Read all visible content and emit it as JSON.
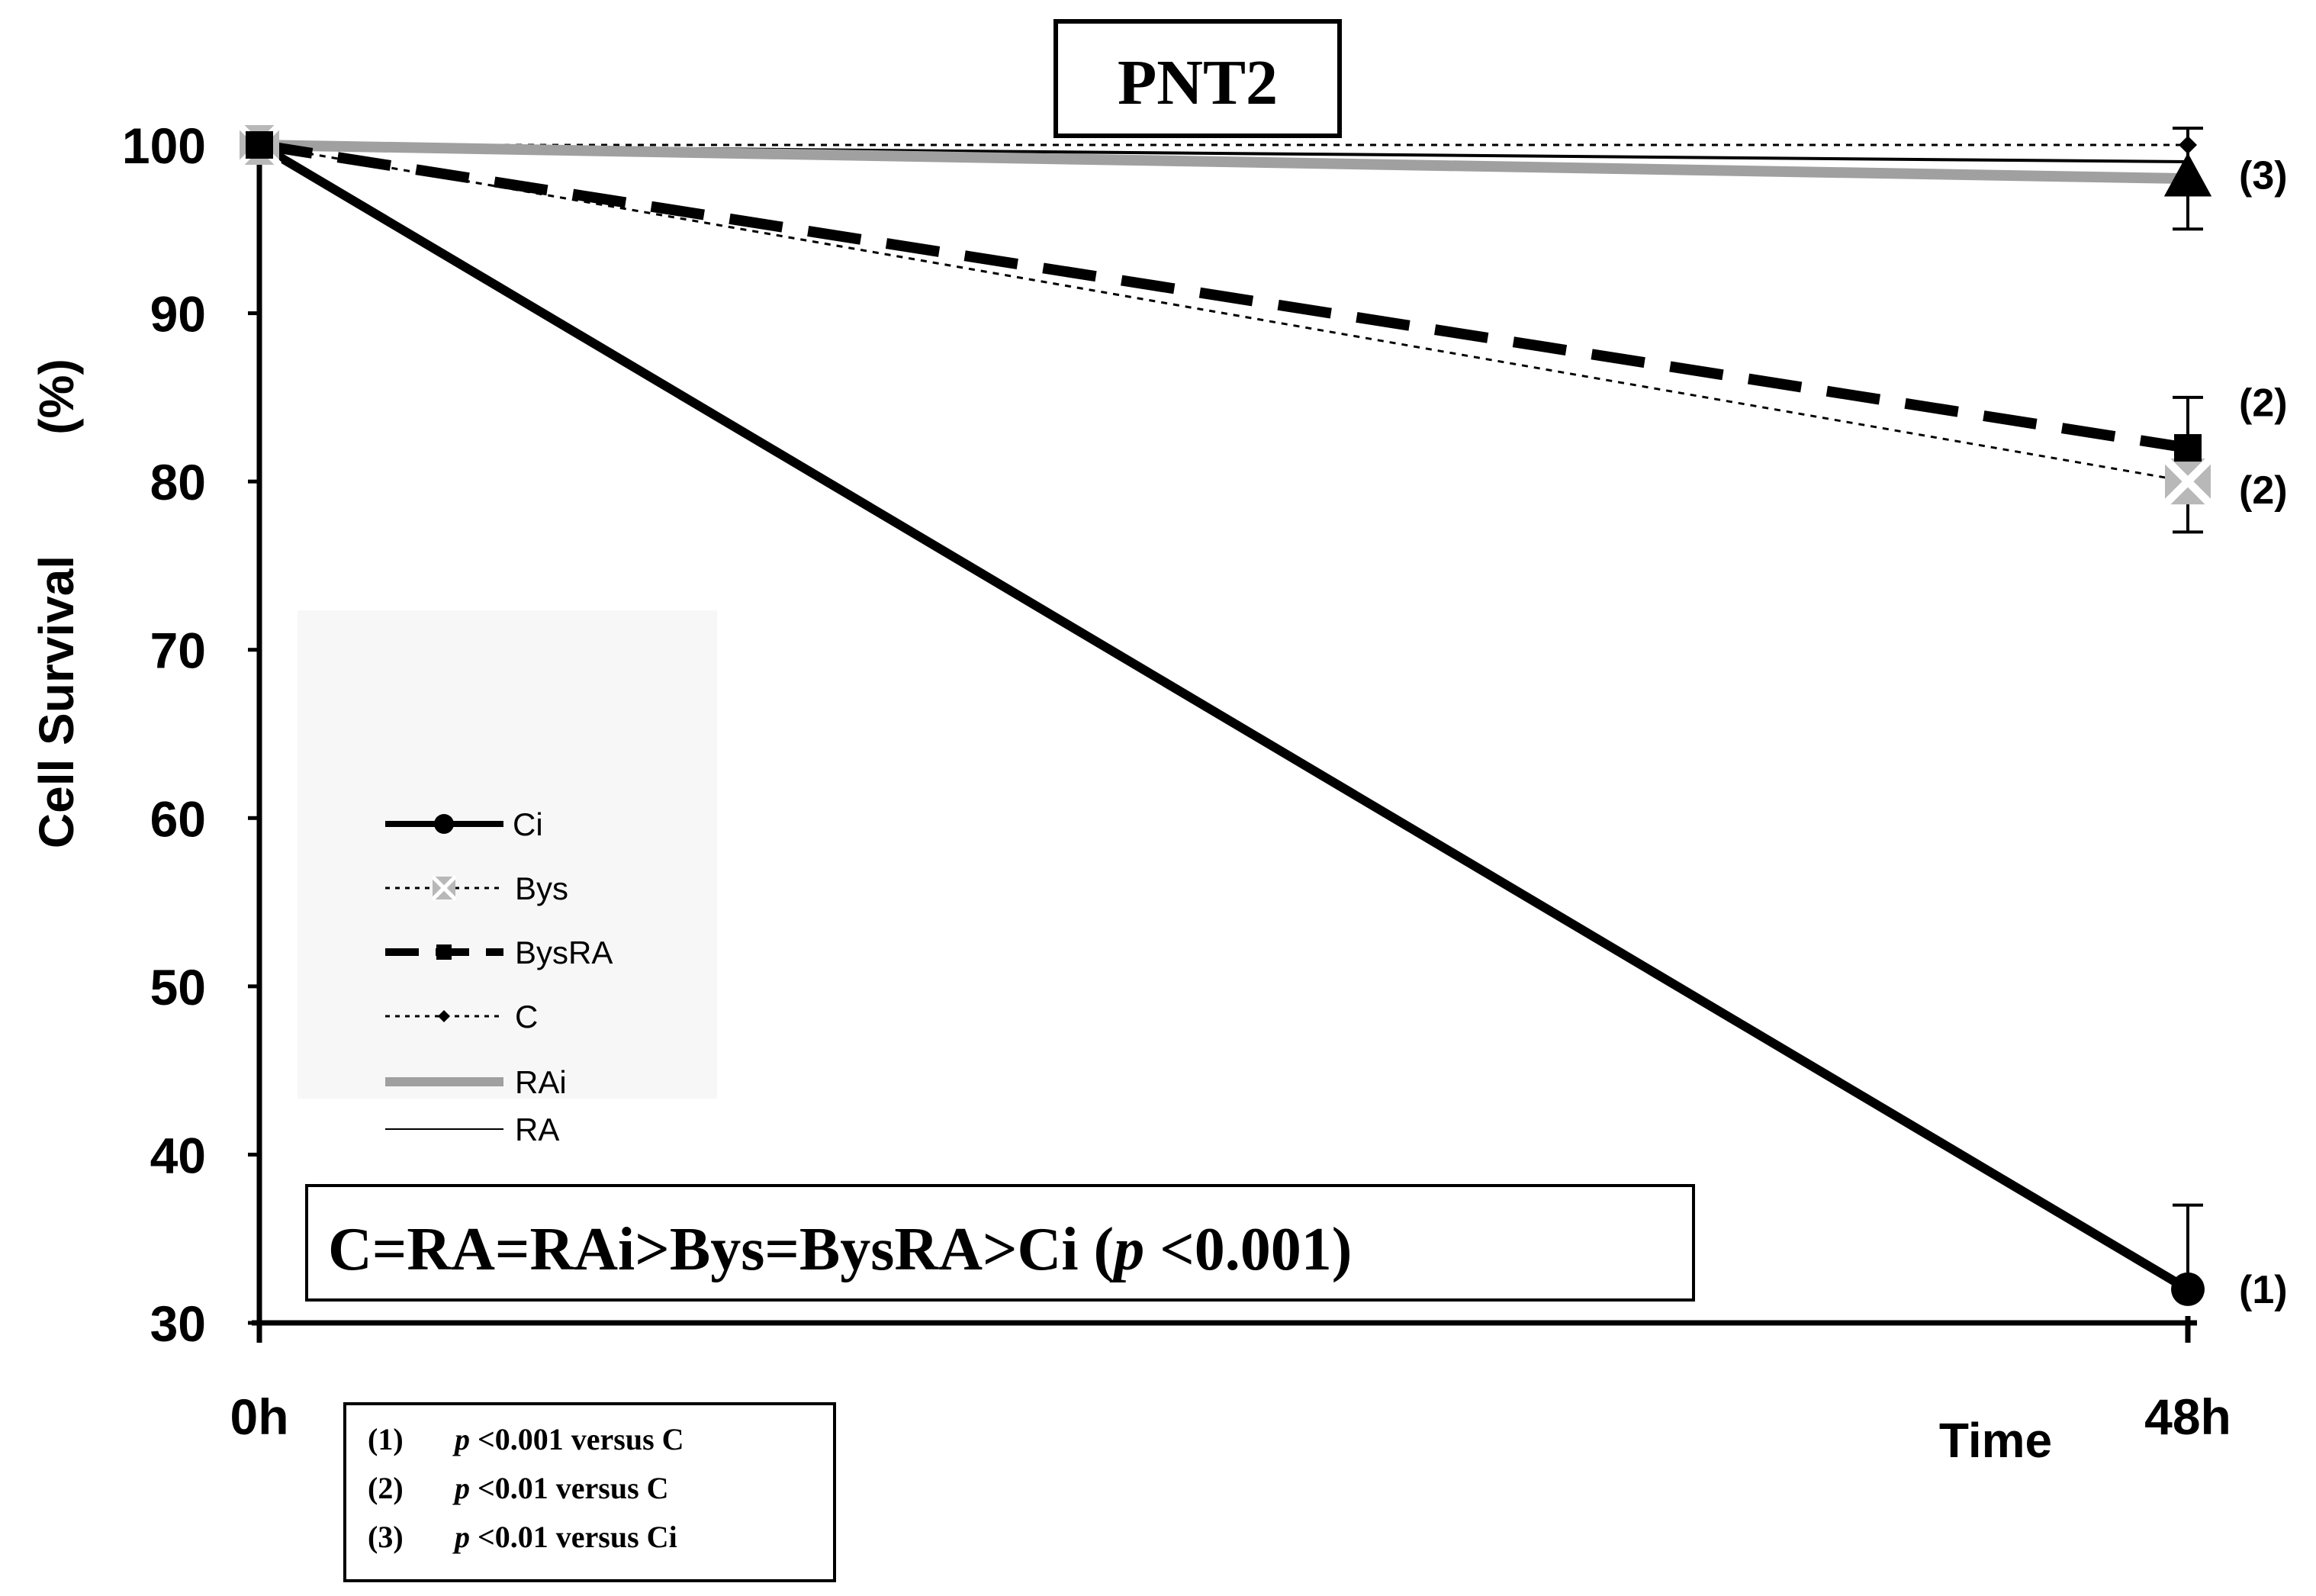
{
  "chart_data": {
    "type": "line",
    "title": "PNT2",
    "xlabel": "Time",
    "ylabel": "Cell Survival",
    "ylabel_unit": "(%)",
    "categories": [
      "0h",
      "48h"
    ],
    "y_ticks": [
      30,
      40,
      50,
      60,
      70,
      80,
      90,
      100
    ],
    "ylim": [
      30,
      100
    ],
    "grid": false,
    "legend_position": "center-left",
    "series": [
      {
        "name": "Ci",
        "values": [
          100,
          32
        ],
        "error": [
          null,
          5
        ],
        "color": "#000000",
        "style": "thick-solid",
        "marker": "circle",
        "annotation": "(1)"
      },
      {
        "name": "Bys",
        "values": [
          100,
          80
        ],
        "error": [
          null,
          3
        ],
        "color": "#a0a0a0",
        "style": "dotted",
        "marker": "x-square",
        "annotation": "(2)"
      },
      {
        "name": "BysRA",
        "values": [
          100,
          82
        ],
        "error": [
          null,
          3
        ],
        "color": "#000000",
        "style": "dashed",
        "marker": "square",
        "annotation": "(2)"
      },
      {
        "name": "C",
        "values": [
          100,
          100
        ],
        "error": [
          null,
          null
        ],
        "color": "#000000",
        "style": "dotted",
        "marker": "diamond",
        "annotation": ""
      },
      {
        "name": "RAi",
        "values": [
          100,
          98
        ],
        "error": [
          null,
          3
        ],
        "color": "#a0a0a0",
        "style": "thick-solid",
        "marker": "triangle",
        "annotation": "(3)"
      },
      {
        "name": "RA",
        "values": [
          100,
          99
        ],
        "error": [
          null,
          null
        ],
        "color": "#000000",
        "style": "thin-solid",
        "marker": "none",
        "annotation": ""
      }
    ],
    "comparison": {
      "prefix": "C=RA=RAi>Bys=BysRA>Ci (",
      "p": "p",
      "suffix": " <0.001)"
    },
    "notes": [
      {
        "num": "(1)",
        "p": "p",
        "text": " <0.001 versus C"
      },
      {
        "num": "(2)",
        "p": "p",
        "text": " <0.01   versus C"
      },
      {
        "num": "(3)",
        "p": "p",
        "text": " <0.01  versus Ci"
      }
    ]
  }
}
